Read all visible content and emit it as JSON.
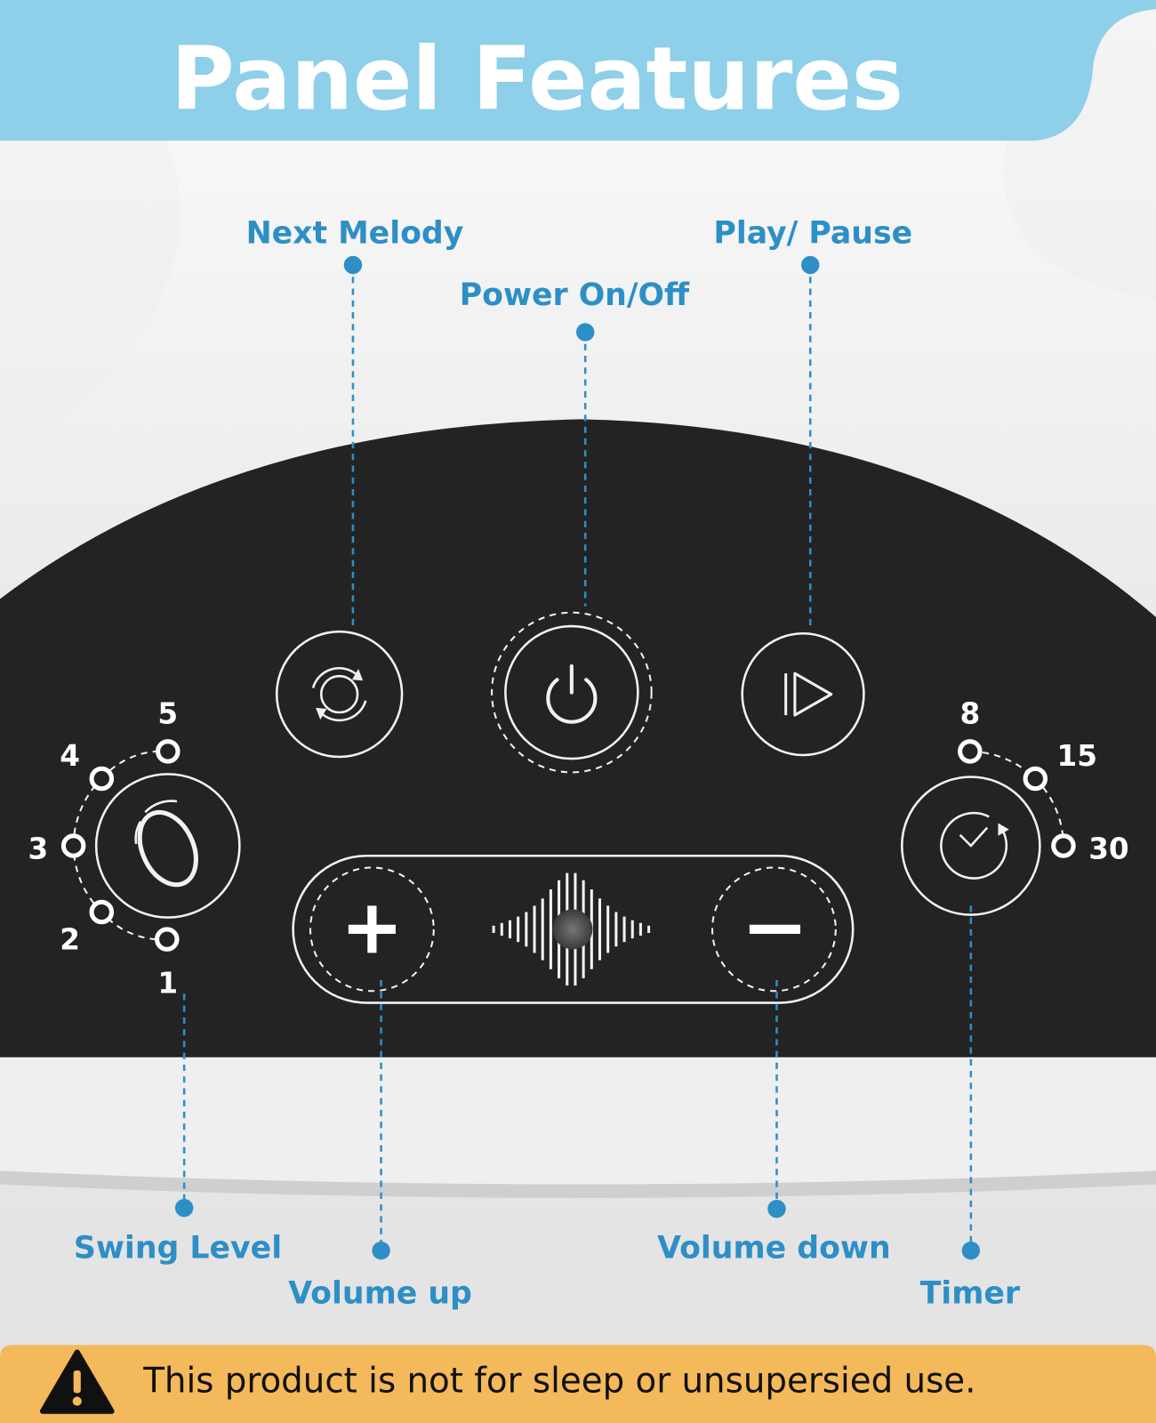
{
  "header": {
    "title": "Panel Features",
    "color": "#8ecfe9"
  },
  "labels": {
    "next_melody": "Next Melody",
    "power": "Power On/Off",
    "play_pause": "Play/ Pause",
    "swing_level": "Swing Level",
    "volume_up": "Volume up",
    "volume_down": "Volume down",
    "timer": "Timer"
  },
  "swing_levels": [
    "1",
    "2",
    "3",
    "4",
    "5"
  ],
  "timer_options": [
    "8",
    "15",
    "30"
  ],
  "warning": {
    "text": "This product is not for sleep or unsupersied use.",
    "color": "#f3b95a"
  },
  "accent_color": "#2d8fc6"
}
